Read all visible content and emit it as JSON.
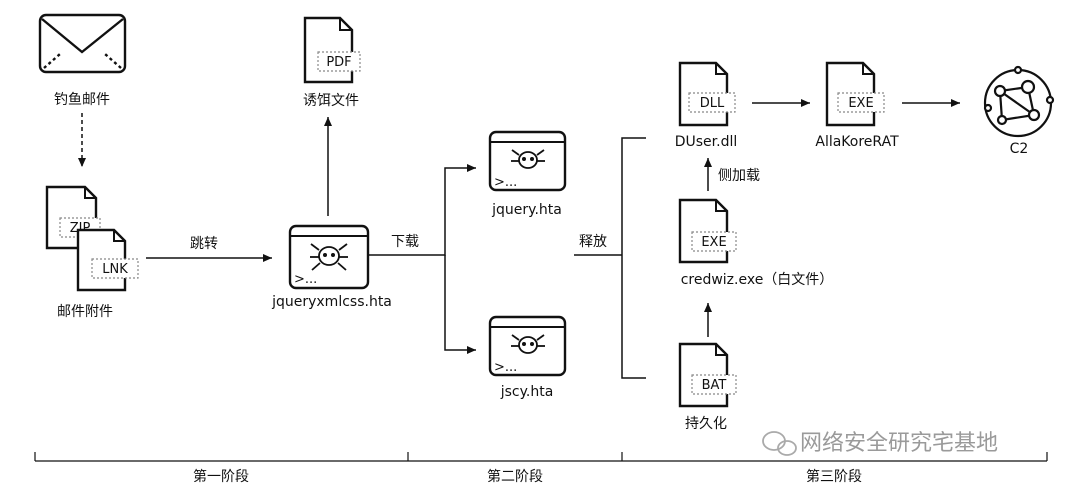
{
  "nodes": {
    "email": "钓鱼邮件",
    "attachment": "邮件附件",
    "decoy": "诱饵文件",
    "main_hta": "jqueryxmlcss.hta",
    "jquery_hta": "jquery.hta",
    "jscy_hta": "jscy.hta",
    "duser": "DUser.dll",
    "allakore": "AllaKoreRAT",
    "c2": "C2",
    "credwiz": "credwiz.exe（白文件）",
    "persist": "持久化"
  },
  "tags": {
    "zip": "ZIP",
    "lnk": "LNK",
    "pdf": "PDF",
    "dll": "DLL",
    "exe": "EXE",
    "bat": "BAT",
    "prompt": ">..."
  },
  "edges": {
    "jump": "跳转",
    "download": "下载",
    "release": "释放",
    "sideload": "侧加载"
  },
  "stages": [
    "第一阶段",
    "第二阶段",
    "第三阶段"
  ],
  "watermark": "网络安全研究宅基地"
}
